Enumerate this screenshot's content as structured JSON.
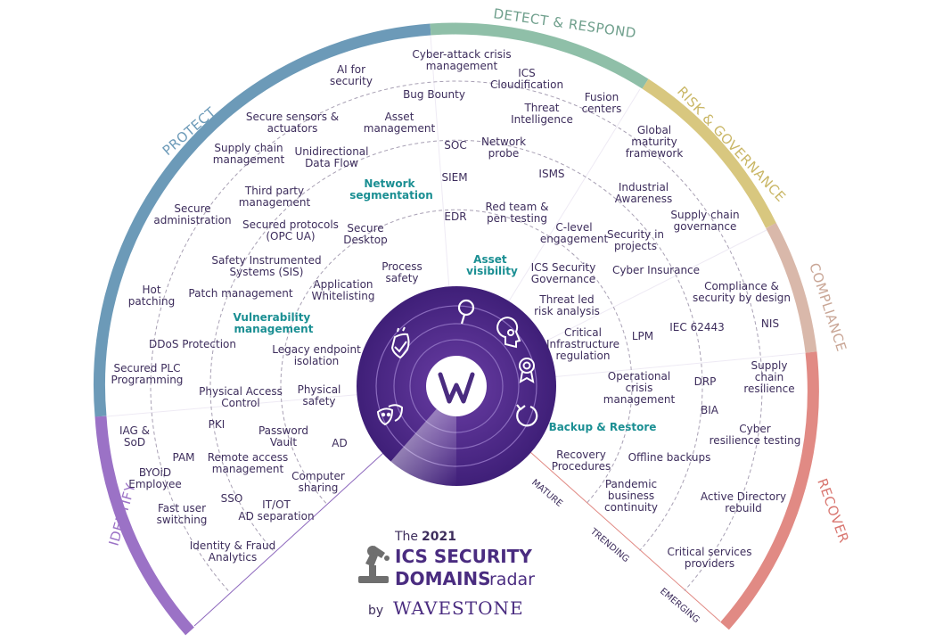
{
  "sectors": [
    {
      "id": "protect",
      "label": "PROTECT",
      "color": "#6c9ab8"
    },
    {
      "id": "detect",
      "label": "DETECT & RESPOND",
      "color": "#8fbfa8"
    },
    {
      "id": "risk",
      "label": "RISK & GOVERNANCE",
      "color": "#d8c77f"
    },
    {
      "id": "compliance",
      "label": "COMPLIANCE",
      "color": "#d9b8aa"
    },
    {
      "id": "recover",
      "label": "RECOVER",
      "color": "#e18a84"
    },
    {
      "id": "identify",
      "label": "IDENTIFY",
      "color": "#9b72c6"
    }
  ],
  "rings": {
    "mature": "MATURE",
    "trending": "TRENDING",
    "emerging": "EMERGING"
  },
  "highlights": {
    "network_segmentation": [
      "Network",
      "segmentation"
    ],
    "asset_visibility": [
      "Asset",
      "visibility"
    ],
    "vulnerability_management": [
      "Vulnerability",
      "management"
    ],
    "backup_restore": [
      "Backup  & Restore"
    ]
  },
  "items": {
    "ai_security": [
      "AI for",
      "security"
    ],
    "cyber_attack_crisis": [
      "Cyber-attack  crisis",
      "management"
    ],
    "ics_cloudification": [
      "ICS",
      "Cloudification"
    ],
    "bug_bounty": [
      "Bug  Bounty"
    ],
    "fusion_centers": [
      "Fusion",
      "centers"
    ],
    "secure_sensors": [
      "Secure sensors &",
      "actuators"
    ],
    "asset_management": [
      "Asset",
      "management"
    ],
    "threat_intelligence": [
      "Threat",
      "Intelligence"
    ],
    "global_maturity": [
      "Global",
      "maturity",
      "framework"
    ],
    "supply_chain_mgmt": [
      "Supply chain",
      "management"
    ],
    "unidirectional": [
      "Unidirectional",
      "Data Flow"
    ],
    "soc": [
      "SOC"
    ],
    "network_probe": [
      "Network",
      "probe"
    ],
    "isms": [
      "ISMS"
    ],
    "siem": [
      "SIEM"
    ],
    "industrial_awareness": [
      "Industrial",
      "Awareness"
    ],
    "third_party": [
      "Third party",
      "management"
    ],
    "secure_admin": [
      "Secure",
      "administration"
    ],
    "red_team": [
      "Red team &",
      "pen testing"
    ],
    "edr": [
      "EDR"
    ],
    "supply_chain_gov": [
      "Supply chain",
      "governance"
    ],
    "secured_protocols": [
      "Secured protocols",
      "(OPC UA)"
    ],
    "secure_desktop": [
      "Secure",
      "Desktop"
    ],
    "c_level": [
      "C-level",
      "engagement"
    ],
    "security_projects": [
      "Security  in",
      "projects"
    ],
    "safety_instrumented": [
      "Safety Instrumented",
      "Systems (SIS)"
    ],
    "process_safety": [
      "Process",
      "safety"
    ],
    "ics_governance": [
      "ICS Security",
      "Governance"
    ],
    "cyber_insurance": [
      "Cyber  Insurance"
    ],
    "compliance_design": [
      "Compliance &",
      "security  by design"
    ],
    "app_whitelisting": [
      "Application",
      "Whitelisting"
    ],
    "hot_patching": [
      "Hot",
      "patching"
    ],
    "patch_mgmt": [
      "Patch  management"
    ],
    "threat_led": [
      "Threat  led",
      "risk analysis"
    ],
    "iec": [
      "IEC  62443"
    ],
    "nis": [
      "NIS"
    ],
    "lpm": [
      "LPM"
    ],
    "critical_infra": [
      "Critical",
      "Infrastructure",
      "regulation"
    ],
    "ddos": [
      "DDoS  Protection"
    ],
    "legacy_endpoint": [
      "Legacy  endpoint",
      "isolation"
    ],
    "secured_plc": [
      "Secured PLC",
      "Programming"
    ],
    "supply_chain_res": [
      "Supply",
      "chain",
      "resilience"
    ],
    "operational_crisis": [
      "Operational",
      "crisis",
      "management"
    ],
    "drp": [
      "DRP"
    ],
    "physical_access": [
      "Physical  Access",
      "Control"
    ],
    "physical_safety": [
      "Physical",
      "safety"
    ],
    "bia": [
      "BIA"
    ],
    "iag": [
      "IAG  &",
      "SoD"
    ],
    "pki": [
      "PKI"
    ],
    "password_vault": [
      "Password",
      "Vault"
    ],
    "cyber_res_testing": [
      "Cyber",
      "resilience testing"
    ],
    "ad": [
      "AD"
    ],
    "pam": [
      "PAM"
    ],
    "byoid": [
      "BYOiD",
      "Employee"
    ],
    "remote_access": [
      "Remote access",
      "management"
    ],
    "recovery_proc": [
      "Recovery",
      "Procedures"
    ],
    "offline_backups": [
      "Offline  backups"
    ],
    "computer_sharing": [
      "Computer",
      "sharing"
    ],
    "pandemic": [
      "Pandemic",
      "business",
      "continuity"
    ],
    "sso": [
      "SSO"
    ],
    "it_ot": [
      "IT/OT",
      "AD separation"
    ],
    "fast_user": [
      "Fast user",
      "switching"
    ],
    "active_directory": [
      "Active Directory",
      "rebuild"
    ],
    "identity_fraud": [
      "Identity  & Fraud",
      "Analytics"
    ],
    "critical_services": [
      "Critical services",
      "providers"
    ]
  },
  "title": {
    "the": "The",
    "year": "2021",
    "line1": "ICS SECURITY",
    "line2a": "DOMAINS",
    "line2b": "radar",
    "by": "by",
    "brand": "WAVESTONE"
  },
  "icons": [
    "magnifier-icon",
    "brain-icon",
    "award-icon",
    "shield-icon",
    "theater-masks-icon",
    "restore-icon",
    "wavestone-logo"
  ]
}
